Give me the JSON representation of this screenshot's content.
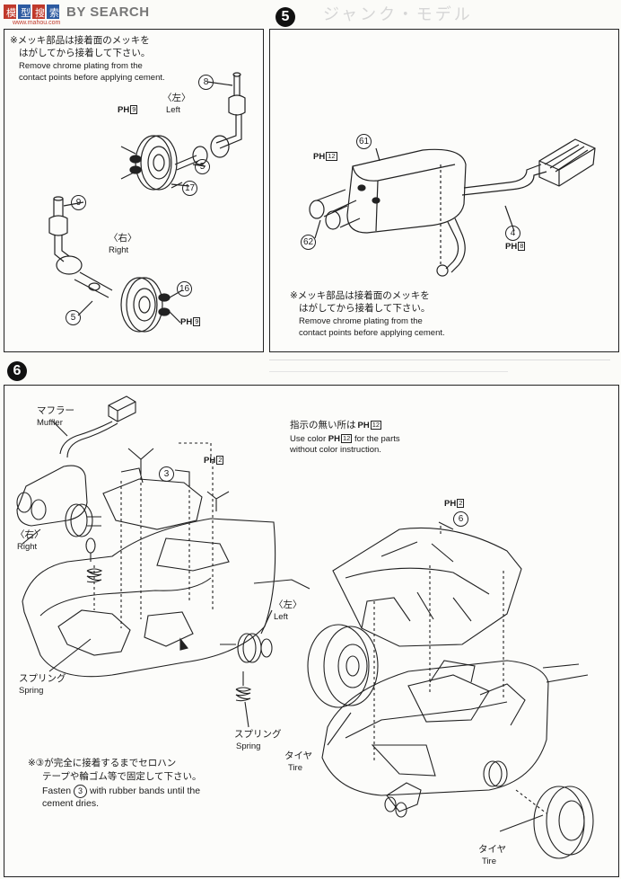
{
  "header": {
    "logo_text": "BY SEARCH",
    "sub_domain": "www.mahou.com",
    "bg_title_fragment": "ジャンク・モデル"
  },
  "section4": {
    "note_jp_1": "※メッキ部品は接着面のメッキを",
    "note_jp_2": "はがしてから接着して下さい。",
    "note_en_1": "Remove chrome plating from the",
    "note_en_2": "contact points before applying cement.",
    "left_jp": "〈左〉",
    "left_en": "Left",
    "right_jp": "〈右〉",
    "right_en": "Right",
    "ph_label": "PH",
    "ph_top": "9",
    "ph_bottom": "9",
    "parts": [
      "8",
      "5",
      "17",
      "9",
      "5",
      "16"
    ]
  },
  "section5": {
    "number": "5",
    "ph_label": "PH",
    "ph_a": "12",
    "ph_b": "8",
    "parts": [
      "61",
      "62",
      "4"
    ],
    "note_jp_1": "※メッキ部品は接着面のメッキを",
    "note_jp_2": "はがしてから接着して下さい。",
    "note_en_1": "Remove chrome plating from the",
    "note_en_2": "contact points before applying cement."
  },
  "section6": {
    "number": "6",
    "muffler_jp": "マフラー",
    "muffler_en": "Muffler",
    "right_jp": "〈右〉",
    "right_en": "Right",
    "left_jp": "〈左〉",
    "left_en": "Left",
    "spring_jp": "スプリング",
    "spring_en": "Spring",
    "spring2_jp": "スプリング",
    "spring2_en": "Spring",
    "tire_jp": "タイヤ",
    "tire_en": "Tire",
    "tire2_jp": "タイヤ",
    "tire2_en": "Tire",
    "color_note_jp": "指示の無い所は",
    "color_note_en_1": "Use color",
    "color_note_en_2": "for the parts",
    "color_note_en_3": "without color instruction.",
    "ph_label": "PH",
    "ph_color": "12",
    "ph_top": "2",
    "ph_right": "2",
    "part3": "3",
    "part6": "6",
    "fasten_jp_1": "※③が完全に接着するまでセロハン",
    "fasten_jp_2": "テープや輪ゴム等で固定して下さい。",
    "fasten_en_1": "Fasten",
    "fasten_en_2": "with rubber bands until the",
    "fasten_en_3": "cement dries.",
    "fasten_part": "3"
  },
  "colors": {
    "ink": "#1a1a1a",
    "paper": "#fbfbf8",
    "logo_red": "#c0392b",
    "logo_blue": "#2c5aa0"
  }
}
